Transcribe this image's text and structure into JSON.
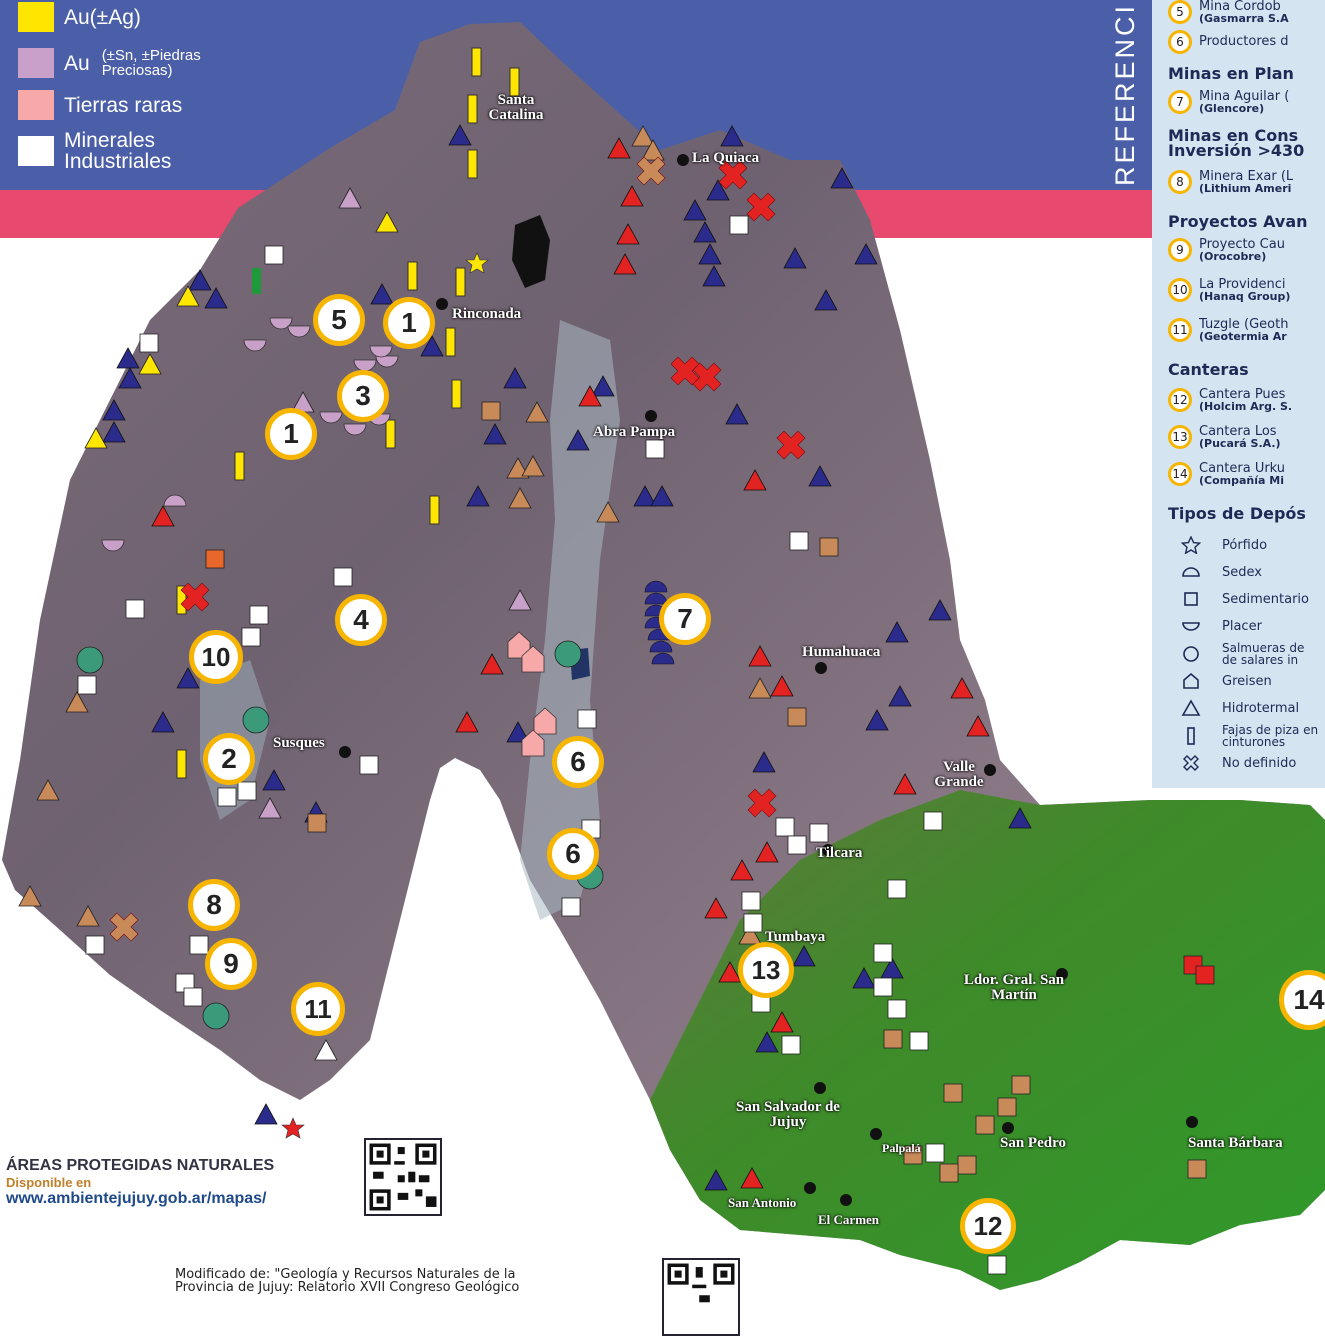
{
  "top_legend": [
    {
      "label": "Au(±Ag)",
      "sub": "",
      "color": "#ffe600"
    },
    {
      "label": "Au",
      "sub": "(±Sn, ±Piedras Preciosas)",
      "color": "#c9a0c8"
    },
    {
      "label": "Tierras raras",
      "sub": "",
      "color": "#f7a8a8"
    },
    {
      "label": "Minerales Industriales",
      "sub": "",
      "color": "#ffffff"
    }
  ],
  "references_title": "REFERENCI",
  "references": {
    "groups": [
      {
        "heading": "",
        "items": [
          {
            "num": "5",
            "name": "Mina Cordob",
            "company": "(Gasmarra S.A"
          },
          {
            "num": "6",
            "name": "Productores d",
            "company": ""
          }
        ]
      },
      {
        "heading": "Minas en Plan",
        "items": [
          {
            "num": "7",
            "name": "Mina Aguilar (",
            "company": "(Glencore)"
          }
        ]
      },
      {
        "heading": "Minas en Cons Inversión >430",
        "items": [
          {
            "num": "8",
            "name": "Minera Exar (L",
            "company": "(Lithium Ameri"
          }
        ]
      },
      {
        "heading": "Proyectos Avan",
        "items": [
          {
            "num": "9",
            "name": "Proyecto Cau",
            "company": "(Orocobre)"
          },
          {
            "num": "10",
            "name": "La Providenci",
            "company": "(Hanaq Group)"
          },
          {
            "num": "11",
            "name": "Tuzgle (Geoth",
            "company": "(Geotermia Ar"
          }
        ]
      },
      {
        "heading": "Canteras",
        "items": [
          {
            "num": "12",
            "name": "Cantera Pues",
            "company": "(Holcim Arg. S."
          },
          {
            "num": "13",
            "name": "Cantera Los",
            "company": "(Pucará S.A.)"
          },
          {
            "num": "14",
            "name": "Cantera Urku",
            "company": "(Compañía Mi"
          }
        ]
      }
    ],
    "deposit_types_heading": "Tipos de Depós",
    "deposit_types": [
      {
        "icon": "star-icon",
        "label": "Pórfido"
      },
      {
        "icon": "dome-icon",
        "label": "Sedex"
      },
      {
        "icon": "square-icon",
        "label": "Sedimentario"
      },
      {
        "icon": "bowl-icon",
        "label": "Placer"
      },
      {
        "icon": "circle-icon",
        "label": "Salmueras de de salares in"
      },
      {
        "icon": "pentagon-house-icon",
        "label": "Greisen"
      },
      {
        "icon": "triangle-icon",
        "label": "Hidrotermal"
      },
      {
        "icon": "bar-icon",
        "label": "Fajas de piza en cinturones"
      },
      {
        "icon": "cross-icon",
        "label": "No definido"
      }
    ]
  },
  "project_badges": [
    "1",
    "1",
    "2",
    "3",
    "4",
    "5",
    "6",
    "6",
    "7",
    "8",
    "9",
    "10",
    "11",
    "12",
    "13",
    "14"
  ],
  "places": [
    "Santa Catalina",
    "La Quiaca",
    "Rinconada",
    "Abra Pampa",
    "Humahuaca",
    "Susques",
    "Valle Grande",
    "Tilcara",
    "Tumbaya",
    "Ldor. Gral. San Martín",
    "San Salvador de Jujuy",
    "Palpalá",
    "San Pedro",
    "Santa Bárbara",
    "San Antonio",
    "El Carmen"
  ],
  "protected_areas": {
    "title": "ÁREAS PROTEGIDAS NATURALES",
    "available": "Disponible en",
    "url": "www.ambientejujuy.gob.ar/mapas/"
  },
  "credit_lines": [
    "Modificado de: \"Geología y Recursos Naturales de la",
    "Provincia de Jujuy: Relatorio XVII Congreso Geológico"
  ],
  "colors": {
    "band_blue": "#4b5fa8",
    "band_pink": "#e8496e",
    "badge_ring": "#f7b500",
    "hydrothermal_blue": "#2b2b8c",
    "hydrothermal_red": "#e32222",
    "sedimentary_brown": "#c98a5a",
    "brine_teal": "#3a9a7a"
  }
}
